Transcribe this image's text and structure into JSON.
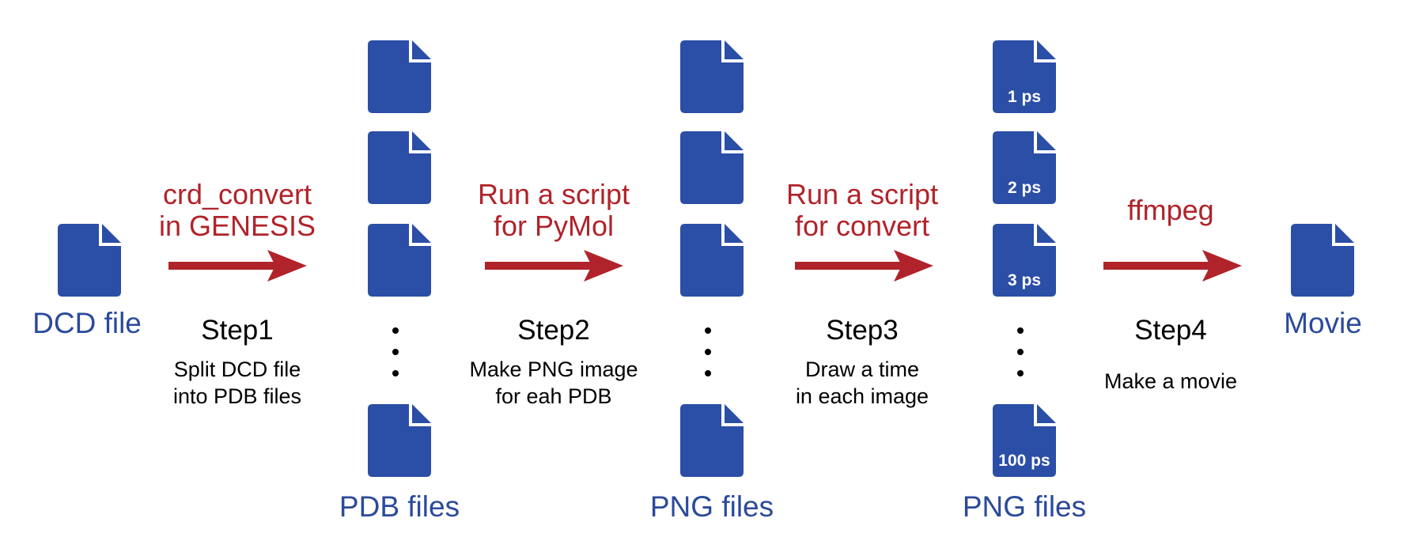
{
  "colors": {
    "file_blue": "#2b4ea6",
    "label_blue": "#2b4a9b",
    "arrow_red": "#b1232a"
  },
  "icons": {
    "file": "document-icon",
    "arrow": "arrow-right-icon",
    "ellipsis": "vertical-dots-icon"
  },
  "input": {
    "label": "DCD file"
  },
  "output": {
    "label": "Movie"
  },
  "columns": [
    {
      "label": "PDB files"
    },
    {
      "label": "PNG files"
    },
    {
      "label": "PNG files",
      "time_labels": [
        "1 ps",
        "2 ps",
        "3 ps",
        "100 ps"
      ]
    }
  ],
  "steps": [
    {
      "tool": "crd_convert in GENESIS",
      "title": "Step1",
      "desc_lines": [
        "Split DCD file",
        "into PDB files"
      ]
    },
    {
      "tool": "Run a script for PyMol",
      "title": "Step2",
      "desc_lines": [
        "Make PNG image",
        "for eah PDB"
      ]
    },
    {
      "tool": "Run a script for convert",
      "title": "Step3",
      "desc_lines": [
        "Draw a time",
        "in each image"
      ]
    },
    {
      "tool": "ffmpeg",
      "title": "Step4",
      "desc_lines": [
        "Make a movie"
      ]
    }
  ]
}
